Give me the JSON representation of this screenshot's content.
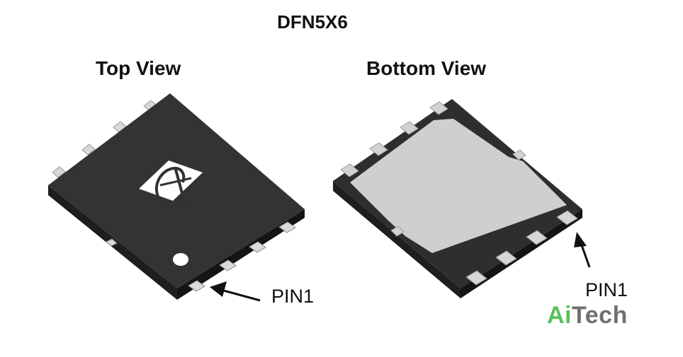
{
  "title": "DFN5X6",
  "top_view": {
    "label": "Top View",
    "pin1_label": "PIN1",
    "logo": "aos-logo"
  },
  "bottom_view": {
    "label": "Bottom View",
    "pin1_label": "PIN1"
  },
  "watermark": {
    "part1": "Ai",
    "part2": "Tech"
  },
  "colors": {
    "body": "#2d2d2d",
    "body_side": "#1a1a1a",
    "pad": "#cfcfcf",
    "lead": "#d8d8d8",
    "watermark_green": "#5cc05a",
    "watermark_gray": "#707070"
  }
}
